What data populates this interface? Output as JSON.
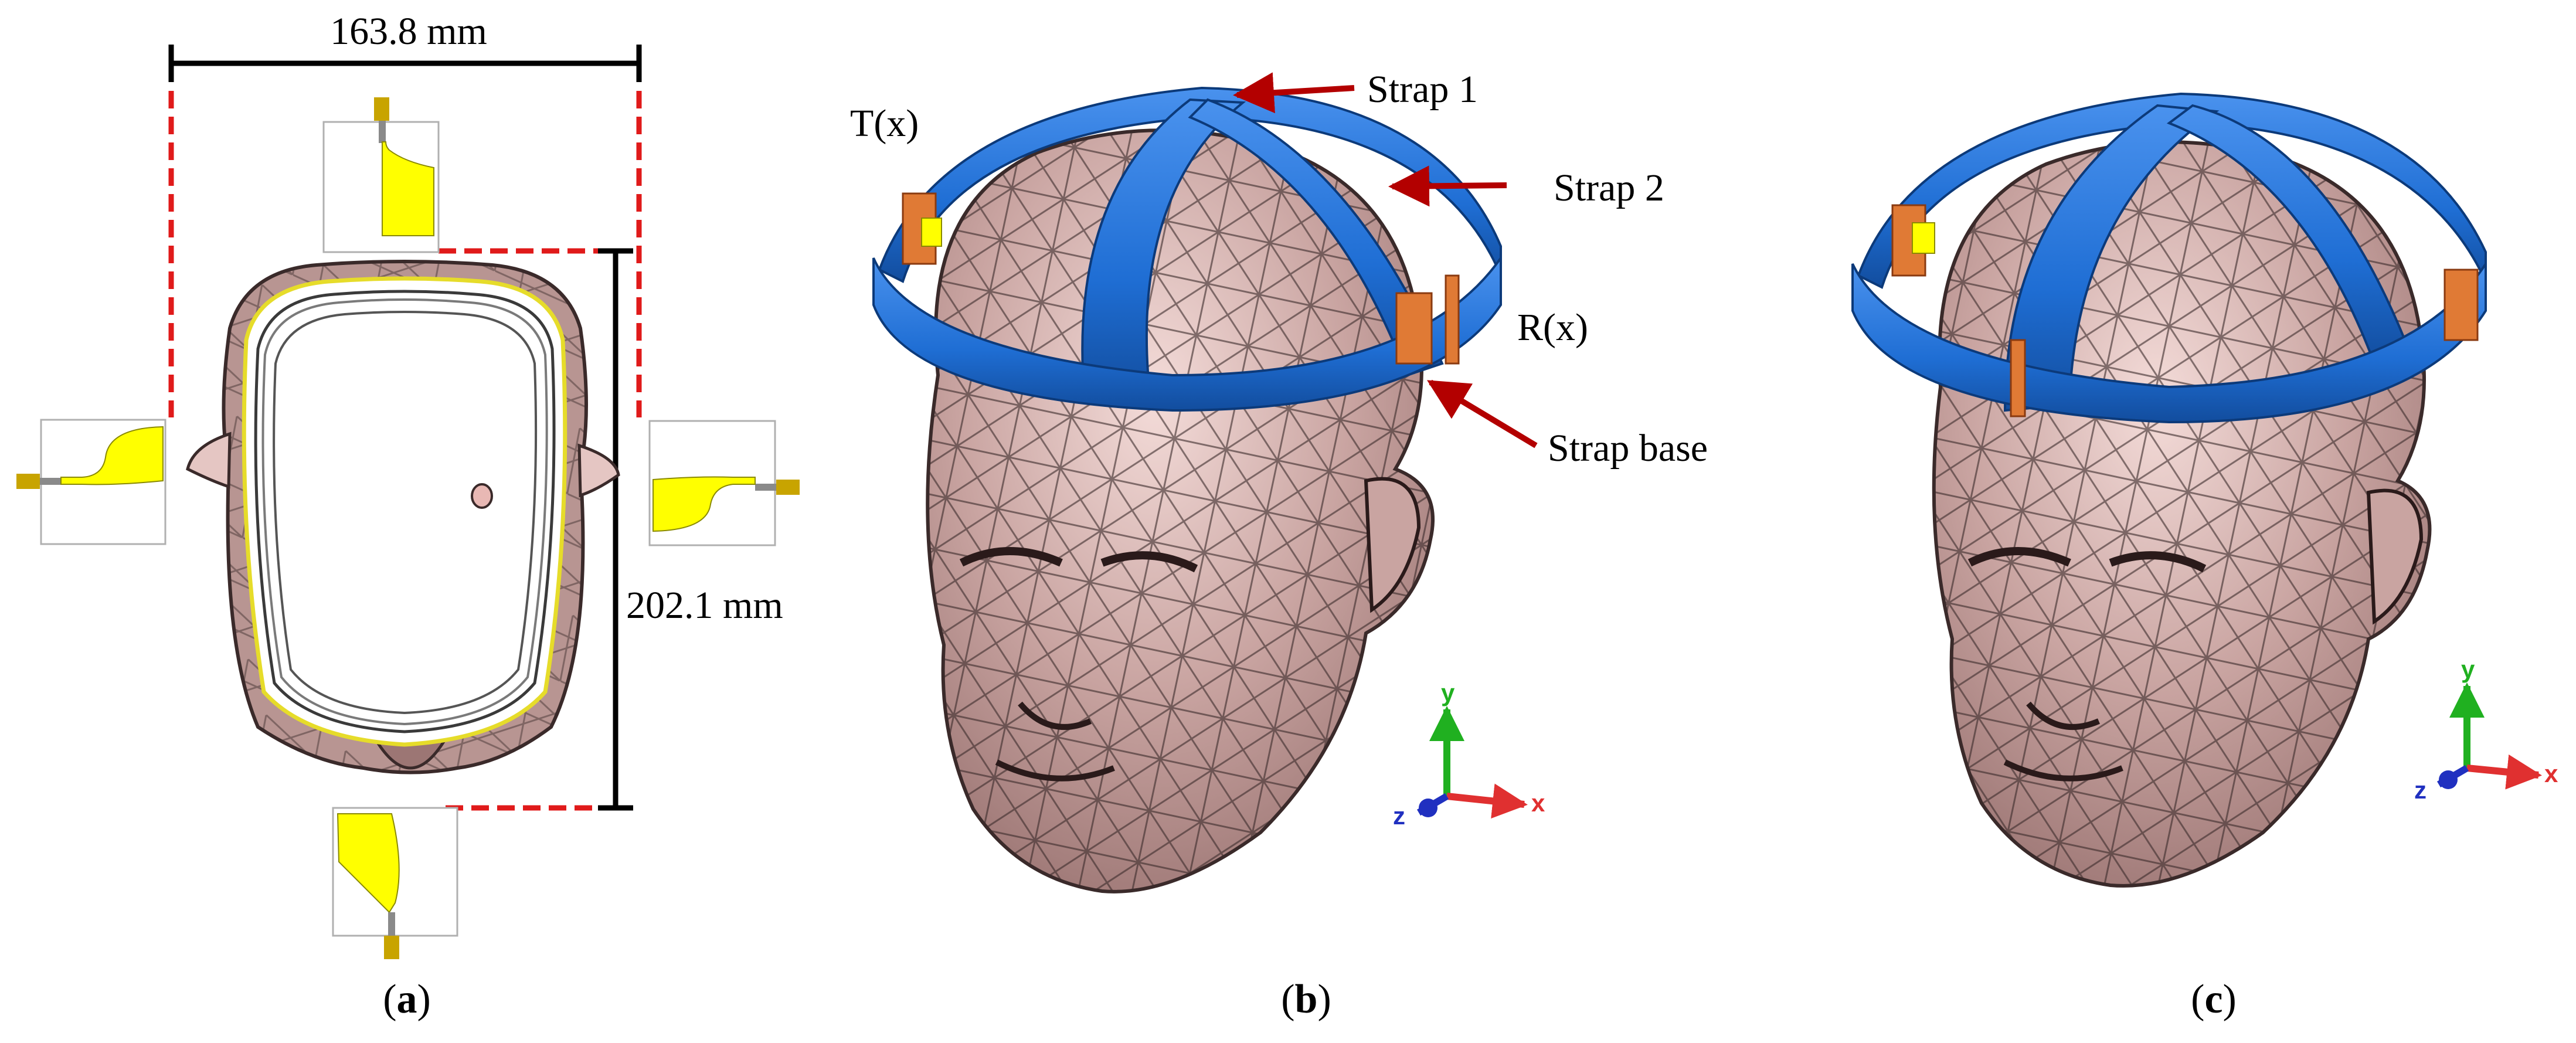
{
  "dimensions": {
    "width": "163.8 mm",
    "height": "202.1 mm"
  },
  "annotations": {
    "strap1": "Strap 1",
    "strap2": "Strap 2",
    "strap_base": "Strap base",
    "transmitter": "T(x)",
    "receiver": "R(x)"
  },
  "axes": {
    "x": "x",
    "y": "y",
    "z": "z"
  },
  "panels": {
    "a": {
      "open": "(",
      "letter": "a",
      "close": ")"
    },
    "b": {
      "open": "(",
      "letter": "b",
      "close": ")"
    },
    "c": {
      "open": "(",
      "letter": "c",
      "close": ")"
    }
  },
  "colors": {
    "skin": "#c9a4a1",
    "skin_light": "#f4dcd9",
    "skin_dark": "#9c7674",
    "mesh": "#3a2a2a",
    "strap": "#1f6ed4",
    "strap_dark": "#124d9e",
    "antenna": "#ffff00",
    "connector": "#c8a400",
    "port": "#e07a35",
    "dim_red": "#e01a1a",
    "arrow_red": "#b30000",
    "axis_x": "#e03030",
    "axis_y": "#20b020",
    "axis_z": "#2030c0"
  }
}
